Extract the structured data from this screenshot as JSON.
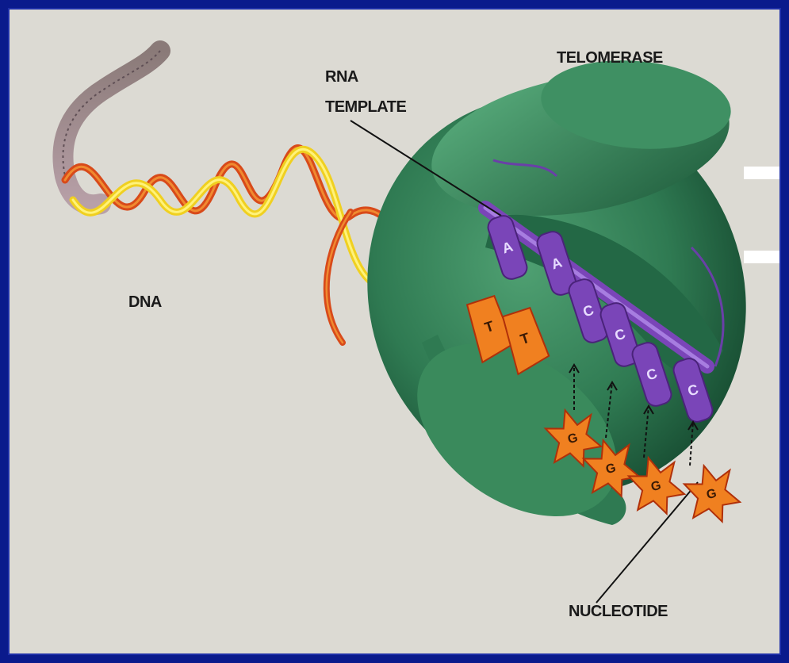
{
  "labels": {
    "telomerase": "TELOMERASE",
    "rna_template_line1": "RNA",
    "rna_template_line2": "TEMPLATE",
    "dna": "DNA",
    "nucleotide": "NUCLEOTIDE"
  },
  "template_bases": [
    "A",
    "A",
    "C",
    "C",
    "C",
    "C"
  ],
  "paired_bases": [
    "T",
    "T"
  ],
  "incoming_nucleotides": [
    "G",
    "G",
    "G",
    "G"
  ],
  "colors": {
    "frame": "#0a1a8c",
    "background": "#dcdad3",
    "enzyme": "#2f7a52",
    "rna": "#7a45b8",
    "dna_strand_a": "#f0d020",
    "dna_strand_b": "#d84a1a"
  }
}
